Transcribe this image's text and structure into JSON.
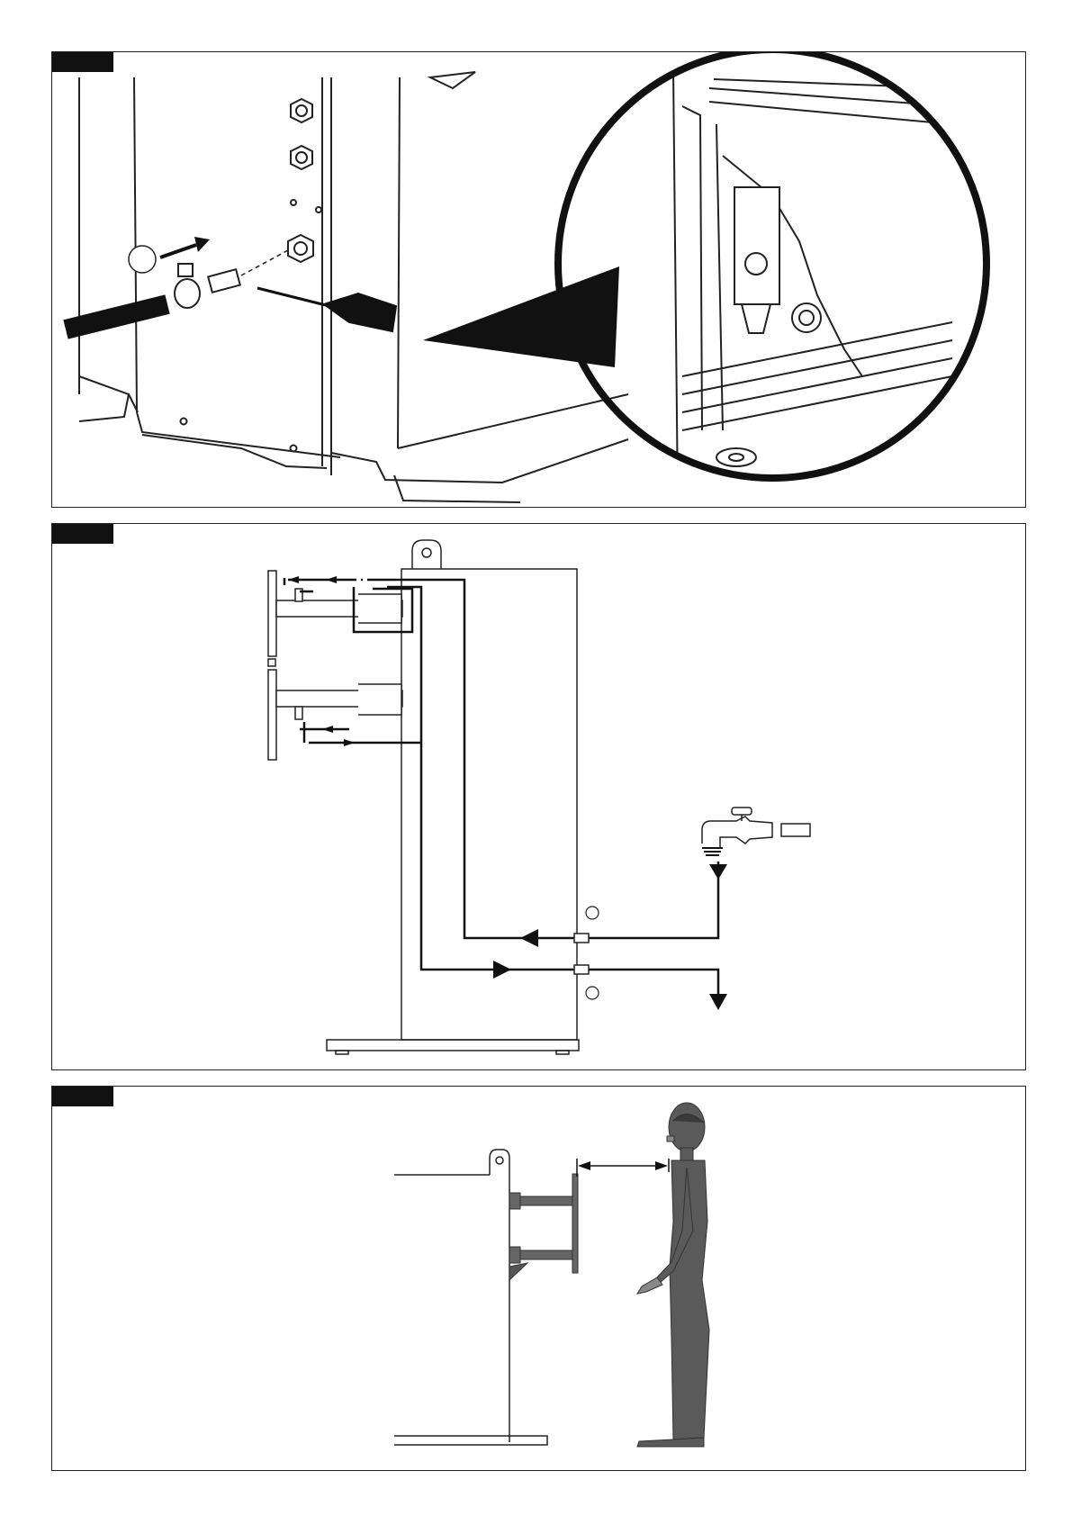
{
  "panels": [
    {
      "id": "panel-1",
      "label": ""
    },
    {
      "id": "panel-2",
      "label": ""
    },
    {
      "id": "panel-3",
      "label": ""
    }
  ],
  "callouts": [
    {
      "panel": 1,
      "text": ""
    },
    {
      "panel": 1,
      "text": ""
    },
    {
      "panel": 2,
      "text": ""
    },
    {
      "panel": 2,
      "text": ""
    },
    {
      "panel": 2,
      "text": ""
    }
  ],
  "colors": {
    "ink": "#111111",
    "line": "#222222",
    "figure": "#555555",
    "figure_dark": "#3a3a3a"
  }
}
